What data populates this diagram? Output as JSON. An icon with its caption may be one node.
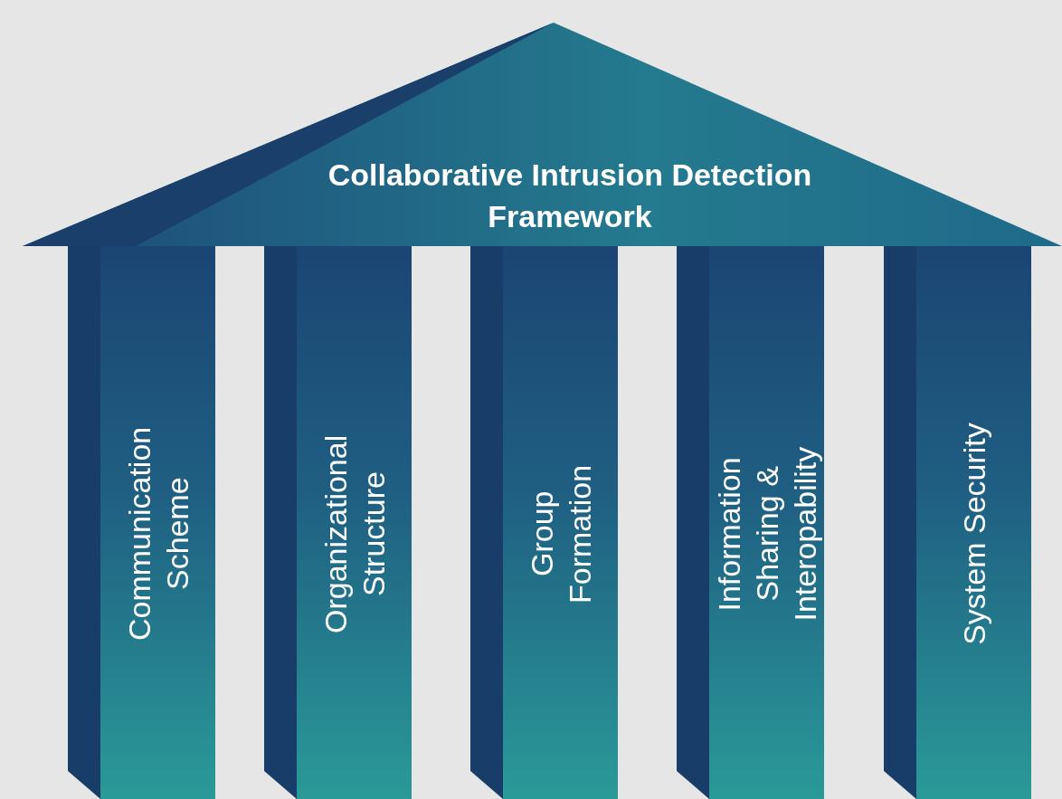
{
  "diagram": {
    "nodes": [
      {
        "text": [
          "Collaborative Intrusion Detection Framework"
        ]
      },
      {
        "text": [
          "Communication Scheme"
        ]
      },
      {
        "text": [
          "Organizational Structure"
        ]
      },
      {
        "text": [
          "Group Formation"
        ]
      },
      {
        "text": [
          "Information Sharing & Interopability"
        ]
      },
      {
        "text": [
          "System Security"
        ]
      }
    ]
  }
}
